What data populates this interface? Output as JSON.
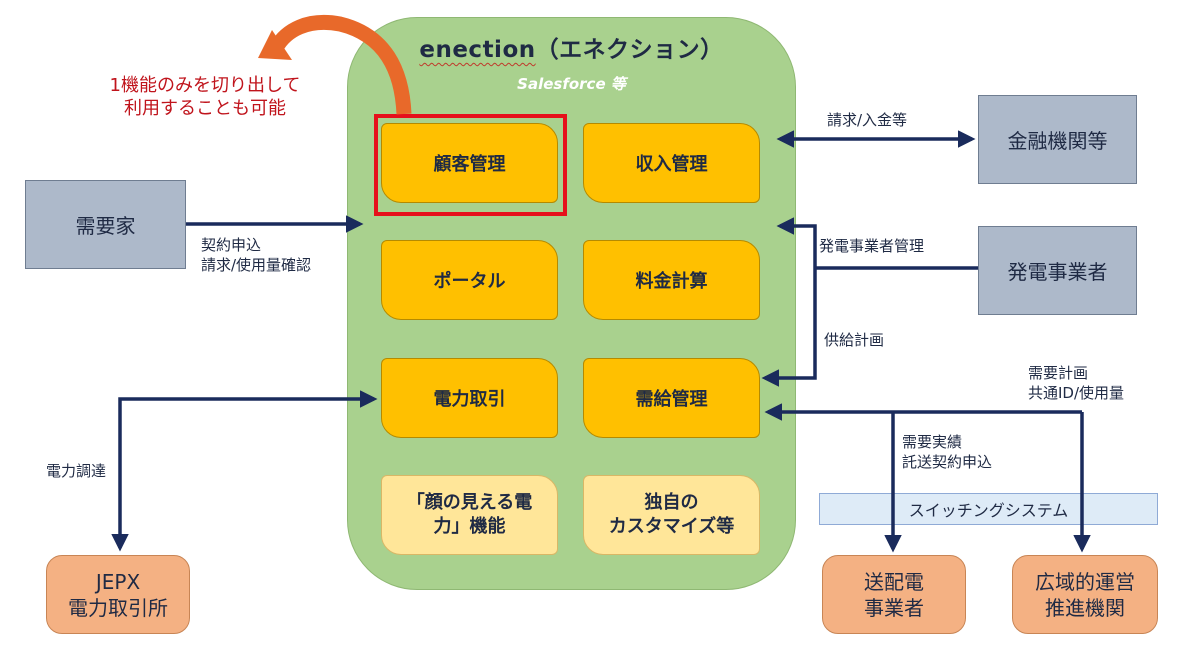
{
  "platform": {
    "title_brand": "enection",
    "title_rest": "（エネクション）",
    "subtitle": "Salesforce 等"
  },
  "note": {
    "line1": "1機能のみを切り出して",
    "line2": "利用することも可能"
  },
  "modules": {
    "customer": "顧客管理",
    "revenue": "収入管理",
    "portal": "ポータル",
    "billing": "料金計算",
    "trading": "電力取引",
    "supply": "需給管理",
    "visible_line1": "「顔の見える電",
    "visible_line2": "力」機能",
    "custom_line1": "独自の",
    "custom_line2": "カスタマイズ等"
  },
  "external": {
    "consumer": "需要家",
    "finance": "金融機関等",
    "generator": "発電事業者",
    "jepx_line1": "JEPX",
    "jepx_line2": "電力取引所",
    "transmission_line1": "送配電",
    "transmission_line2": "事業者",
    "occto_line1": "広域的運営",
    "occto_line2": "推進機関",
    "switching": "スイッチングシステム"
  },
  "labels": {
    "contract_line1": "契約申込",
    "contract_line2": "請求/使用量確認",
    "billing_payment": "請求/入金等",
    "generator_mgmt": "発電事業者管理",
    "supply_plan": "供給計画",
    "demand_plan_line1": "需要計画",
    "demand_plan_line2": "共通ID/使用量",
    "demand_actual_line1": "需要実績",
    "demand_actual_line2": "託送契約申込",
    "procurement": "電力調達"
  },
  "colors": {
    "line": "#1a2b5c",
    "platform": "#a9d18e",
    "module": "#ffc000",
    "module_light": "#ffe699",
    "highlight": "#e6101b",
    "curved_arrow": "#e8692a"
  }
}
